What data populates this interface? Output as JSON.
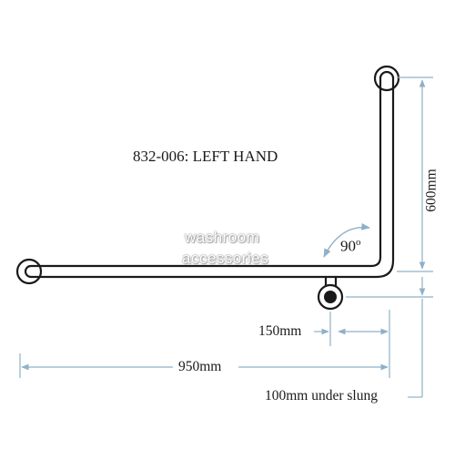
{
  "diagram": {
    "title": "832-006: LEFT HAND",
    "angle": {
      "value": "90",
      "unit": "o"
    },
    "dimensions": {
      "height": "600mm",
      "offset": "150mm",
      "length": "950mm",
      "under_slung": "100mm under slung"
    },
    "watermark": {
      "line1": "washroom",
      "line2": "accessories"
    },
    "colors": {
      "rail": "#1a1a1a",
      "dimension_line": "#8fb0c8",
      "arrow": "#8fb0c8"
    }
  }
}
